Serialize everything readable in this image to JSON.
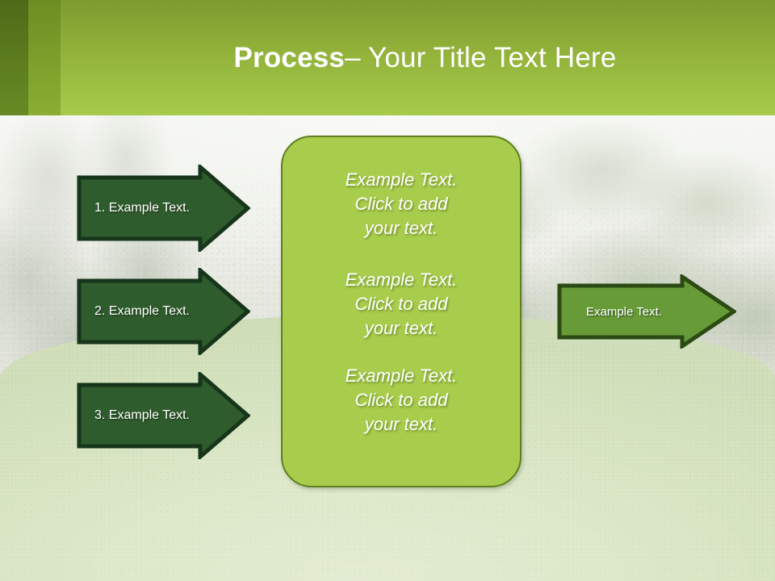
{
  "slide": {
    "title": {
      "strong": "Process",
      "rest": " – Your Title Text Here"
    },
    "colors": {
      "header_band_dark": "#4d6a18",
      "header_band_mid": "#7da02c",
      "header_band_light": "#a6cb4a",
      "arrow_dark_fill": "#2f5c2d",
      "arrow_dark_outline": "#16351a",
      "arrow_light_fill": "#679b38",
      "arrow_light_outline": "#2c4a14",
      "center_box_fill": "#a8cc4c",
      "center_box_outline": "#5f7f1f",
      "title_text": "#ffffff"
    },
    "left_arrows": [
      {
        "label": "1. Example Text."
      },
      {
        "label": "2. Example Text."
      },
      {
        "label": "3. Example Text."
      }
    ],
    "center_box": {
      "paragraphs": [
        {
          "line1": "Example Text.",
          "line2": "Click  to add",
          "line3": "your text."
        },
        {
          "line1": "Example Text.",
          "line2": "Click  to add",
          "line3": "your text."
        },
        {
          "line1": "Example Text.",
          "line2": "Click  to add",
          "line3": "your text."
        }
      ]
    },
    "right_arrow": {
      "label": "Example Text."
    }
  }
}
